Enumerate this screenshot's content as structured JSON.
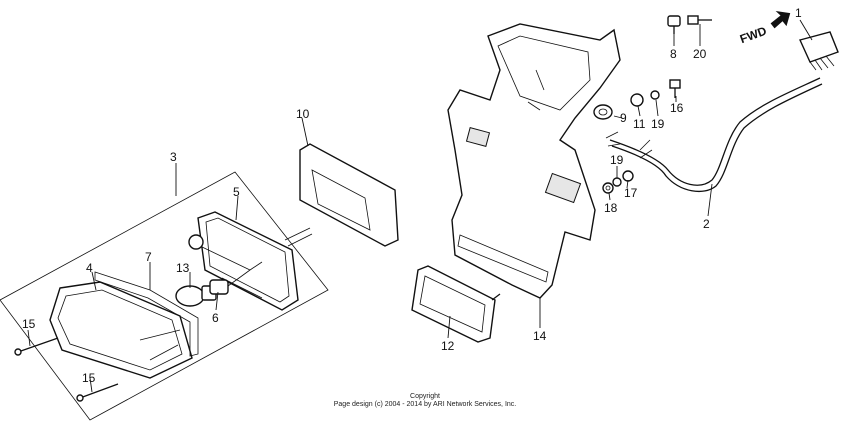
{
  "callouts": [
    {
      "id": "1",
      "label": "1"
    },
    {
      "id": "2",
      "label": "2"
    },
    {
      "id": "3",
      "label": "3"
    },
    {
      "id": "4",
      "label": "4"
    },
    {
      "id": "5",
      "label": "5"
    },
    {
      "id": "6",
      "label": "6"
    },
    {
      "id": "7",
      "label": "7"
    },
    {
      "id": "8",
      "label": "8"
    },
    {
      "id": "9",
      "label": "9"
    },
    {
      "id": "10",
      "label": "10"
    },
    {
      "id": "11",
      "label": "11"
    },
    {
      "id": "12",
      "label": "12"
    },
    {
      "id": "13",
      "label": "13"
    },
    {
      "id": "14",
      "label": "14"
    },
    {
      "id": "15a",
      "label": "15"
    },
    {
      "id": "15b",
      "label": "15"
    },
    {
      "id": "16",
      "label": "16"
    },
    {
      "id": "17",
      "label": "17"
    },
    {
      "id": "18",
      "label": "18"
    },
    {
      "id": "19a",
      "label": "19"
    },
    {
      "id": "19b",
      "label": "19"
    },
    {
      "id": "20",
      "label": "20"
    }
  ],
  "fwd_label": "FWD",
  "copyright": {
    "line1": "Copyright",
    "line2": "Page design (c) 2004 - 2014 by ARI Network Services, Inc."
  }
}
